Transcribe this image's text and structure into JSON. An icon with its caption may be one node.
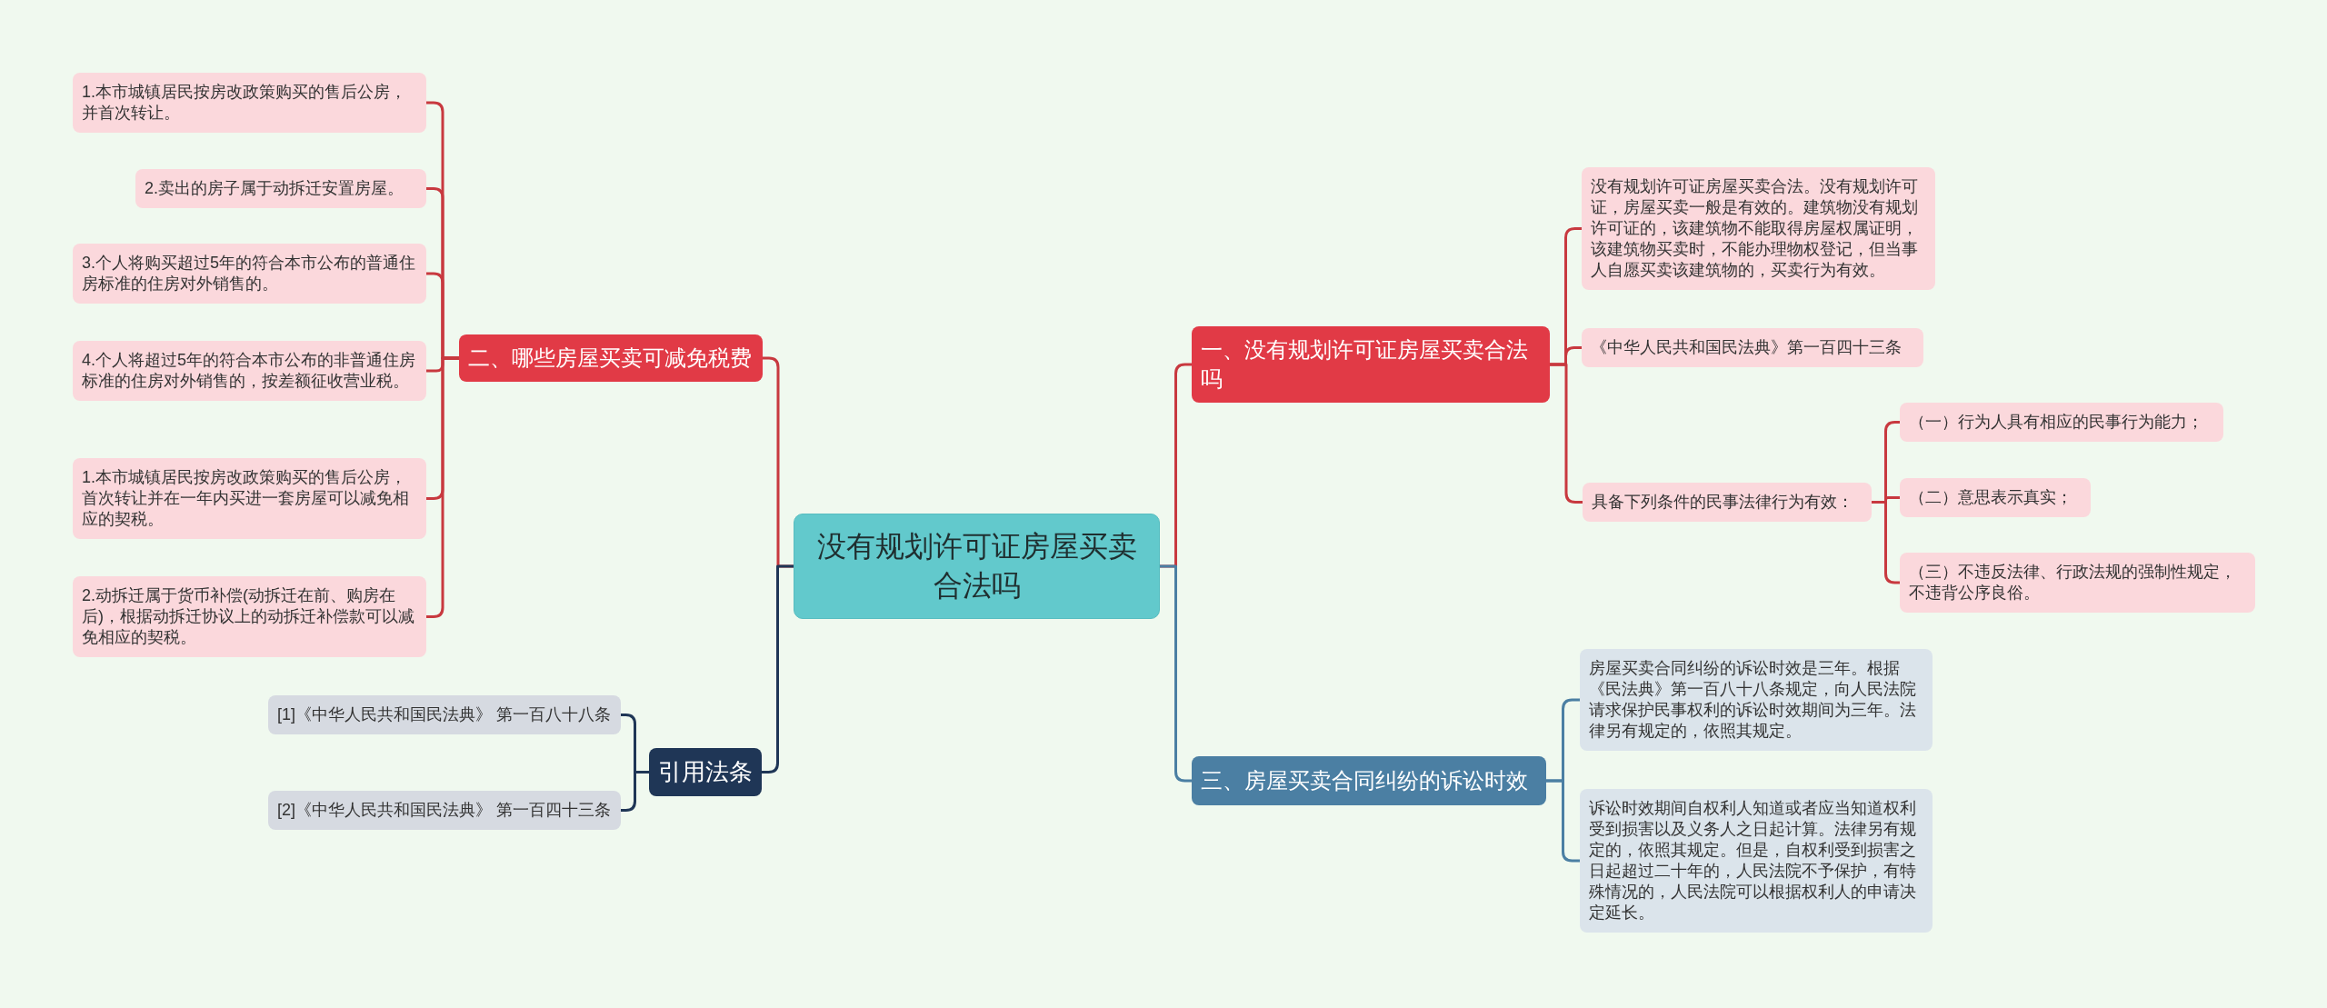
{
  "diagram": {
    "nodes": [
      {
        "text": [
          "没有规划许可证房屋买卖合法吗"
        ]
      },
      {
        "text": [
          "二、哪些房屋买卖可减免税费"
        ]
      },
      {
        "text": [
          "1.本市城镇居民按房改政策购买的售后公房，并首次转让。"
        ]
      },
      {
        "text": [
          "2.卖出的房子属于动拆迁安置房屋。"
        ]
      },
      {
        "text": [
          "3.个人将购买超过5年的符合本市公布的普通住房标准的住房对外销售的。"
        ]
      },
      {
        "text": [
          "4.个人将超过5年的符合本市公布的非普通住房标准的住房对外销售的，按差额征收营业税。"
        ]
      },
      {
        "text": [
          "1.本市城镇居民按房改政策购买的售后公房，首次转让并在一年内买进一套房屋可以减免相应的契税。"
        ]
      },
      {
        "text": [
          "2.动拆迁属于货币补偿(动拆迁在前、购房在后)，根据动拆迁协议上的动拆迁补偿款可以减免相应的契税。"
        ]
      },
      {
        "text": [
          "引用法条"
        ]
      },
      {
        "text": [
          "[1]《中华人民共和国民法典》 第一百八十八条"
        ]
      },
      {
        "text": [
          "[2]《中华人民共和国民法典》 第一百四十三条"
        ]
      },
      {
        "text": [
          "一、没有规划许可证房屋买卖合法吗"
        ]
      },
      {
        "text": [
          "没有规划许可证房屋买卖合法。没有规划许可证，房屋买卖一般是有效的。建筑物没有规划许可证的，该建筑物不能取得房屋权属证明，该建筑物买卖时，不能办理物权登记，但当事人自愿买卖该建筑物的，买卖行为有效。"
        ]
      },
      {
        "text": [
          "《中华人民共和国民法典》第一百四十三条"
        ]
      },
      {
        "text": [
          "具备下列条件的民事法律行为有效："
        ]
      },
      {
        "text": [
          "（一）行为人具有相应的民事行为能力；"
        ]
      },
      {
        "text": [
          "（二）意思表示真实；"
        ]
      },
      {
        "text": [
          "（三）不违反法律、行政法规的强制性规定，不违背公序良俗。"
        ]
      },
      {
        "text": [
          "三、房屋买卖合同纠纷的诉讼时效"
        ]
      },
      {
        "text": [
          "房屋买卖合同纠纷的诉讼时效是三年。根据《民法典》第一百八十八条规定，向人民法院请求保护民事权利的诉讼时效期间为三年。法律另有规定的，依照其规定。"
        ]
      },
      {
        "text": [
          "诉讼时效期间自权利人知道或者应当知道权利受到损害以及义务人之日起计算。法律另有规定的，依照其规定。但是，自权利受到损害之日起超过二十年的，人民法院不予保护，有特殊情况的，人民法院可以根据权利人的申请决定延长。"
        ]
      }
    ],
    "edges": [
      {
        "from": 0,
        "to": 1,
        "arrow": "none"
      },
      {
        "from": 1,
        "to": 2,
        "arrow": "none"
      },
      {
        "from": 1,
        "to": 3,
        "arrow": "none"
      },
      {
        "from": 1,
        "to": 4,
        "arrow": "none"
      },
      {
        "from": 1,
        "to": 5,
        "arrow": "none"
      },
      {
        "from": 1,
        "to": 6,
        "arrow": "none"
      },
      {
        "from": 1,
        "to": 7,
        "arrow": "none"
      },
      {
        "from": 0,
        "to": 8,
        "arrow": "none",
        "color": "#1f3656"
      },
      {
        "from": 8,
        "to": 9,
        "arrow": "none",
        "color": "#1f3656"
      },
      {
        "from": 8,
        "to": 10,
        "arrow": "none",
        "color": "#1f3656"
      },
      {
        "from": 0,
        "to": 11,
        "arrow": "none"
      },
      {
        "from": 11,
        "to": 12,
        "arrow": "none"
      },
      {
        "from": 11,
        "to": 13,
        "arrow": "none"
      },
      {
        "from": 11,
        "to": 14,
        "arrow": "none"
      },
      {
        "from": 14,
        "to": 15,
        "arrow": "none"
      },
      {
        "from": 14,
        "to": 16,
        "arrow": "none"
      },
      {
        "from": 14,
        "to": 17,
        "arrow": "none"
      },
      {
        "from": 0,
        "to": 18,
        "arrow": "none",
        "color": "#4b7fa3"
      },
      {
        "from": 18,
        "to": 19,
        "arrow": "none",
        "color": "#4b7fa3"
      },
      {
        "from": 18,
        "to": 20,
        "arrow": "none",
        "color": "#4b7fa3"
      }
    ]
  }
}
